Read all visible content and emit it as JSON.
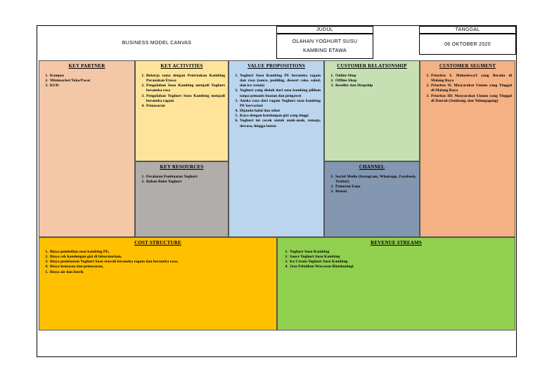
{
  "header": {
    "canvas_title": "BUSINESS MODEL CANVAS",
    "judul_label": "JUDUL",
    "judul_line1": "OLAHAN YOGHURT SUSU",
    "judul_line2": "KAMBING ETAWA",
    "tanggal_label": "TANGGAL",
    "tanggal_value": "06 OKTOBER 2020"
  },
  "colors": {
    "key_partner": "#f4c7a7",
    "key_activities": "#fde499",
    "key_resources": "#b0adab",
    "value_propositions": "#bcd5ee",
    "customer_relationship": "#c6e0b4",
    "channel": "#8497b0",
    "customer_segment": "#f4b183",
    "cost_structure": "#ffc000",
    "revenue_streams": "#92d050"
  },
  "blocks": {
    "key_partner": {
      "title": "KEY PARTNER",
      "items": [
        "Kampus",
        "Minimarket/Toko/Pasar",
        "KUD"
      ]
    },
    "key_activities": {
      "title": "KEY ACTIVITIES",
      "items": [
        "Bekerja sama dengan Peternakan Kambing Peranakan Etawa",
        "Pengolahan Susu Kambing menjadi Yoghurt beraneka rasa",
        "Pengolahan Yoghurt Susu Kambing menjadi beraneka ragam",
        "Pemasaran"
      ]
    },
    "key_resources": {
      "title": "KEY RESOURCES",
      "items": [
        "Peralatan Pembuatan Yoghurt",
        "Bahan Baku Yoghurt"
      ]
    },
    "value_propositions": {
      "title": "VALUE PROPOSITIONS",
      "items": [
        "Yoghurt Susu Kambing PE beraneka ragam dan rasa (sauce, pudding, dessert cake, salad, dan ice cream)",
        "Yoghurt yang diolah dari susu kambing pilihan tanpa pemanis buatan dan pengawet",
        "Aneka rasa dari ragam Yoghurt susu kambing PE bervariasi",
        "Dijamin halal dan sehat",
        "Kaya dengan kandungan gizi yang tinggi",
        "Yoghurt ini cocok untuk anak-anak, remaja, dewasa, hingga lansia"
      ]
    },
    "customer_relationship": {
      "title": "CUSTOMER RELATIONSHIP",
      "items": [
        "Online Shop",
        "Offline Shop",
        "Reseller dan Dropship"
      ]
    },
    "channel": {
      "title": "CHANNEL",
      "items": [
        "Social Media (Instagram, Whatsapp, Facebook, Twitter)",
        "Pameran Expo",
        "Brosur"
      ]
    },
    "customer_segment": {
      "title": "CUSTOMER SEGMENT",
      "items": [
        "Prioritas I: Mahasiswa/I yang Berada di Malang Raya",
        "Prioritas II: Masyarakat Umum yang Tinggal di Malang Raya",
        "Prioritas III: Masyarakat Umum yang Tinggal di Daerah (Jombang, dan Tulungagung)"
      ]
    },
    "cost_structure": {
      "title": "COST STRUCTURE",
      "items": [
        "Biaya pembelian susu kambing PE,",
        "Biaya cek kandungan gizi di laboratorium,",
        "Biaya pembuatan Yoghurt Susu etawah beraneka ragam dan beraneka rasa,",
        "Biaya kemasan dan pemasaran,",
        "Biaya air dan listrik"
      ]
    },
    "revenue_streams": {
      "title": "REVENUE STREAMS",
      "items": [
        "Yoghurt Susu Kambing",
        "Sauce Yoghurt Susu Kambing",
        "Ice Cream Yoghurt Susu Kambing",
        "Jasa Pelatihan Wawasan Bioteknologi"
      ]
    }
  }
}
